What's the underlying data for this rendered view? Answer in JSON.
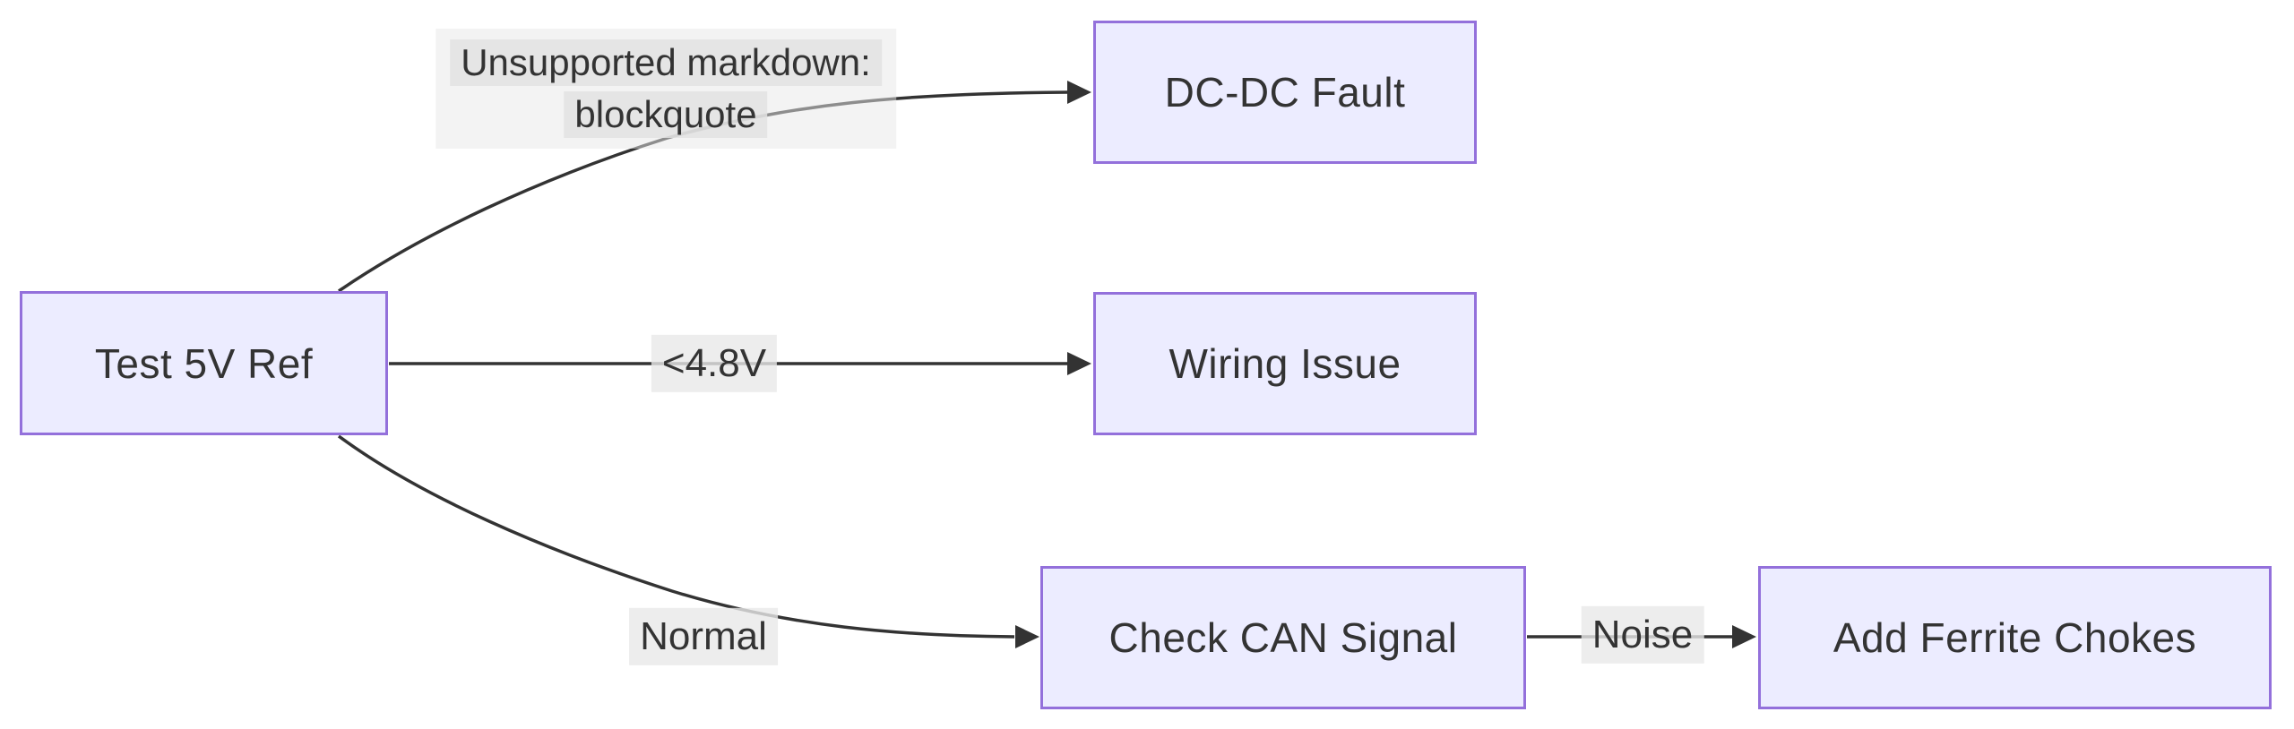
{
  "diagram": {
    "type": "flowchart",
    "direction": "left-to-right",
    "colors": {
      "canvas_bg": "#ffffff",
      "node_fill": "#ECECFF",
      "node_border": "#9370DB",
      "edge_color": "#333333",
      "text_color": "#333333",
      "label_bg": "rgba(232,232,232,0.8)",
      "label_outer_bg": "rgba(232,232,232,0.5)",
      "label_line_bg": "rgba(226,226,226,0.85)"
    },
    "nodes": [
      {
        "id": "test-5v-ref",
        "label": "Test 5V Ref"
      },
      {
        "id": "dc-dc-fault",
        "label": "DC-DC Fault"
      },
      {
        "id": "wiring-issue",
        "label": "Wiring Issue"
      },
      {
        "id": "check-can-signal",
        "label": "Check CAN Signal"
      },
      {
        "id": "add-ferrite-chokes",
        "label": "Add Ferrite Chokes"
      }
    ],
    "edges": [
      {
        "from": "test-5v-ref",
        "to": "dc-dc-fault",
        "label_line1": "Unsupported markdown:",
        "label_line2": "blockquote"
      },
      {
        "from": "test-5v-ref",
        "to": "wiring-issue",
        "label": "<4.8V"
      },
      {
        "from": "test-5v-ref",
        "to": "check-can-signal",
        "label": "Normal"
      },
      {
        "from": "check-can-signal",
        "to": "add-ferrite-chokes",
        "label": "Noise"
      }
    ]
  }
}
